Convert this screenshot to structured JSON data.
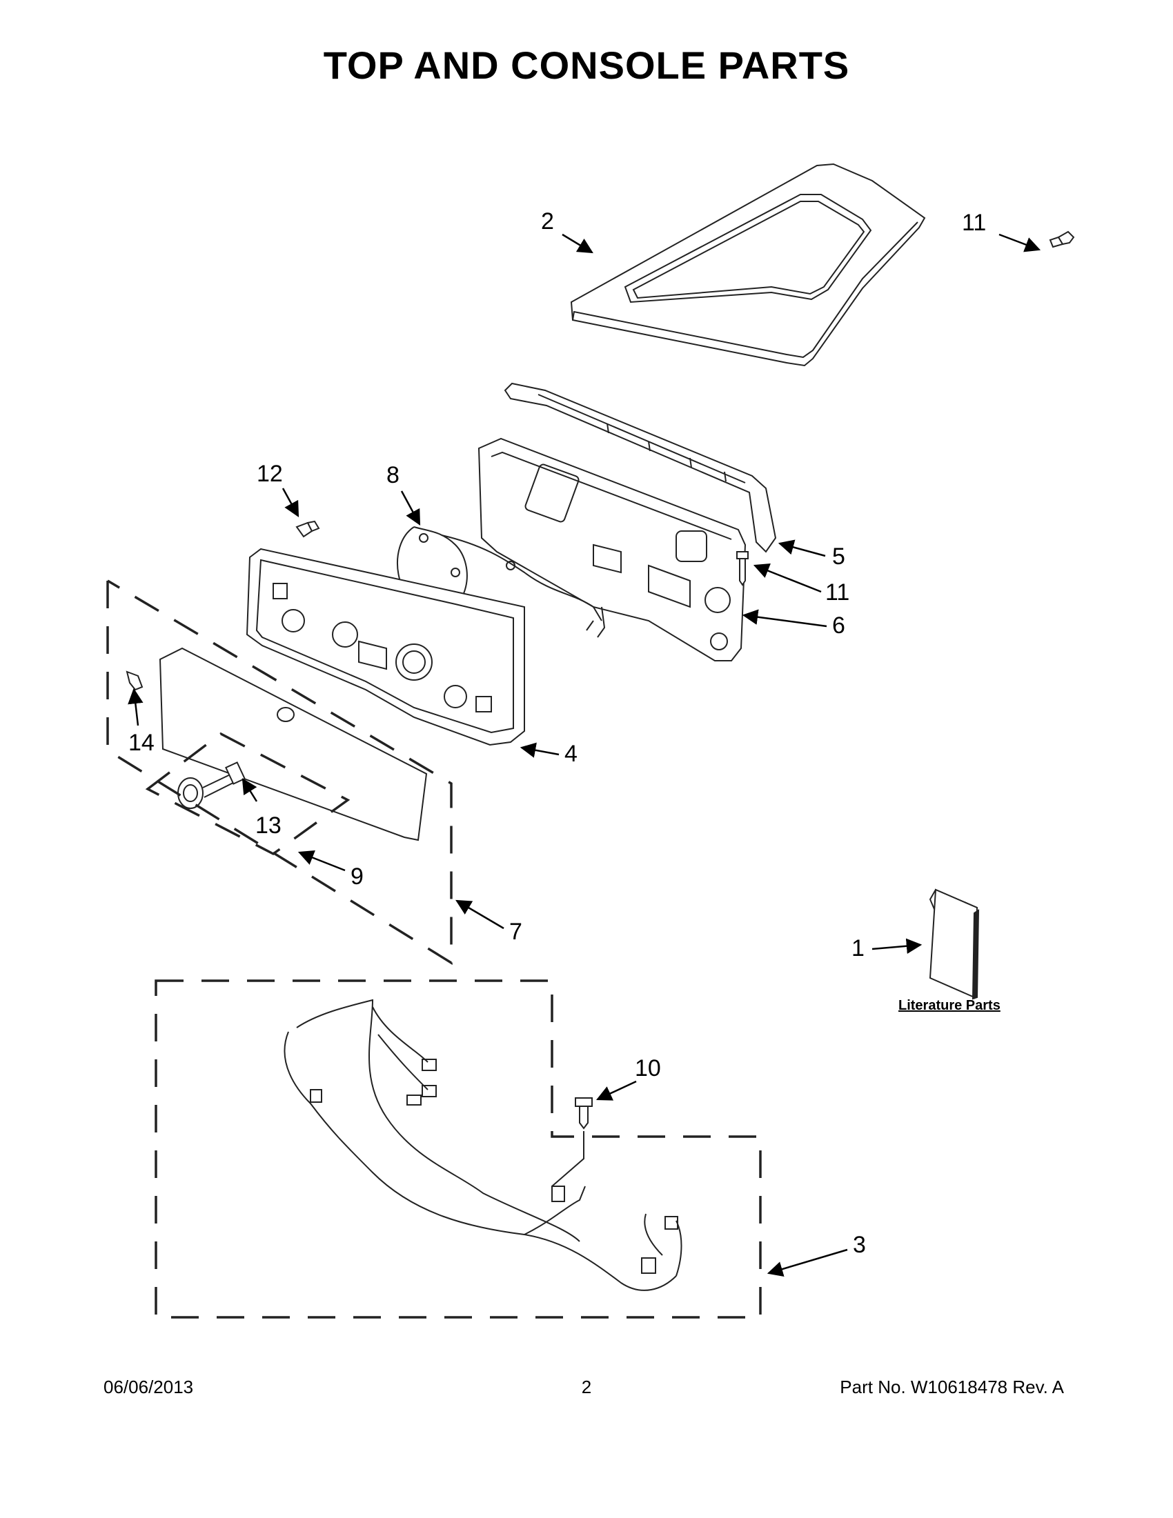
{
  "title": "TOP AND CONSOLE PARTS",
  "callouts": {
    "c1": "1",
    "c2": "2",
    "c3": "3",
    "c4": "4",
    "c5": "5",
    "c6": "6",
    "c7": "7",
    "c8": "8",
    "c9": "9",
    "c10": "10",
    "c11a": "11",
    "c11b": "11",
    "c12": "12",
    "c13": "13",
    "c14": "14"
  },
  "literature_label": "Literature Parts",
  "footer": {
    "date": "06/06/2013",
    "page": "2",
    "part_no": "Part No.  W10618478  Rev.  A"
  }
}
